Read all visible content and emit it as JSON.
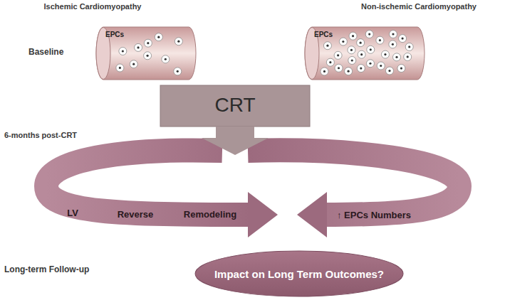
{
  "diagram": {
    "nodes": [
      {
        "text": [
          "EPCs"
        ]
      },
      {
        "text": [
          "EPCs"
        ]
      },
      {
        "text": [
          "CRT"
        ]
      },
      {
        "text": [
          "LV",
          "Reverse",
          "Remodeling"
        ]
      },
      {
        "text": [
          "↑ EPCs Numbers"
        ]
      },
      {
        "text": [
          "Impact on Long Term Outcomes?"
        ]
      }
    ],
    "labels": [
      "Ischemic Cardiomyopathy",
      "Non-ischemic Cardiomyopathy",
      "Baseline",
      "6-months post-CRT",
      "Long-term Follow-up"
    ]
  }
}
